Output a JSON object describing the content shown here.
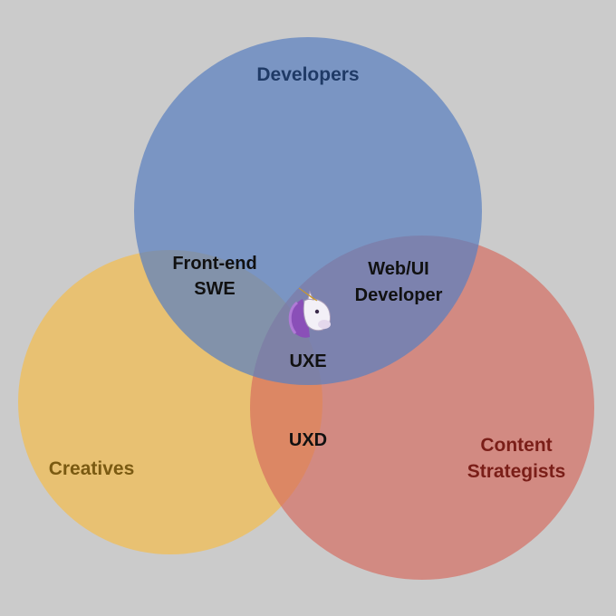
{
  "colors": {
    "background": "#cbcbcb",
    "developers": "#5a7fbf",
    "creatives": "#f0be58",
    "content": "#d6685c",
    "developers_text": "#1f3a66",
    "creatives_text": "#7a5a12",
    "content_text": "#7a1e18",
    "intersection_text": "#111111"
  },
  "sets": {
    "developers": "Developers",
    "creatives": "Creatives",
    "content_line1": "Content",
    "content_line2": "Strategists"
  },
  "intersections": {
    "frontend_line1": "Front-end",
    "frontend_line2": "SWE",
    "webui_line1": "Web/UI",
    "webui_line2": "Developer",
    "uxd": "UXD",
    "uxe": "UXE",
    "center_icon": "unicorn-icon"
  }
}
